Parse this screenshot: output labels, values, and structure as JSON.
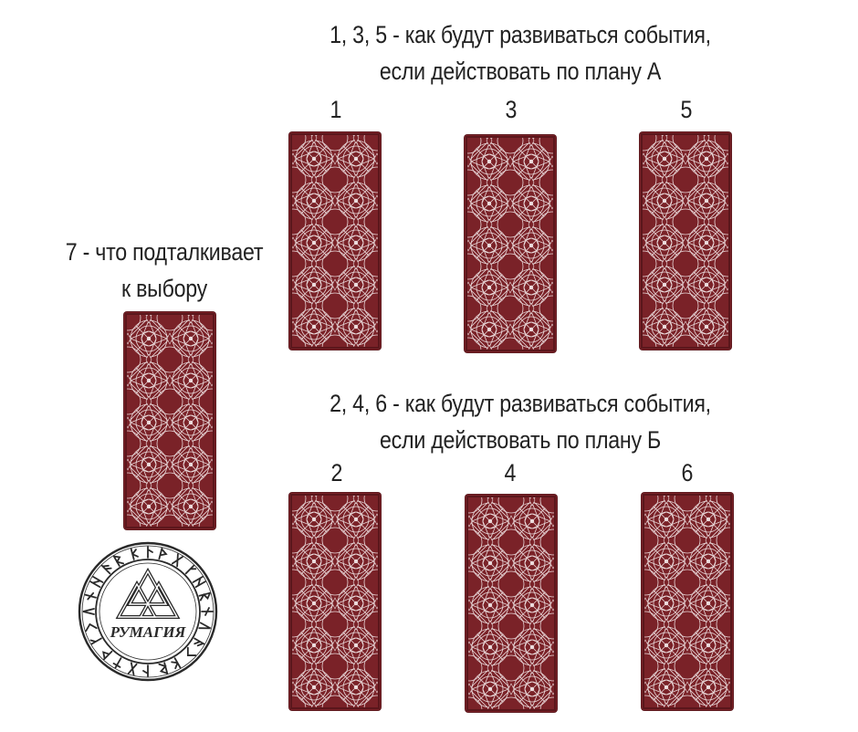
{
  "plan_a": {
    "caption_line1": "1, 3, 5 - как будут развиваться события,",
    "caption_line2": "если действовать по плану А",
    "numbers": [
      "1",
      "3",
      "5"
    ]
  },
  "plan_b": {
    "caption_line1": "2, 4, 6 - как будут развиваться события,",
    "caption_line2": "если действовать по плану Б",
    "numbers": [
      "2",
      "4",
      "6"
    ]
  },
  "choice": {
    "caption_line1": "7 - что подталкивает",
    "caption_line2": "к выбору"
  },
  "emblem": {
    "text": "РУМАГИЯ",
    "icon": "valknut-rune-circle-icon"
  },
  "colors": {
    "card_back": "#7a2228",
    "card_pattern": "#e8d6d8",
    "text": "#222222",
    "emblem": "#2a2a2a"
  }
}
